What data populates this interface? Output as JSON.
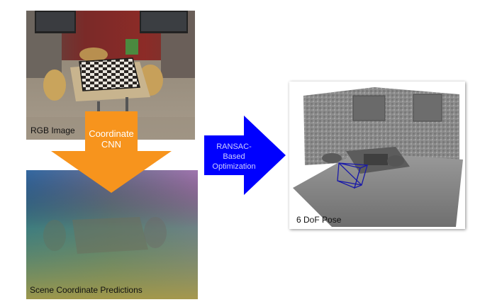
{
  "panels": {
    "rgb": {
      "caption": "RGB Image"
    },
    "scene": {
      "caption": "Scene Coordinate Predictions"
    },
    "pose": {
      "caption": "6 DoF Pose"
    }
  },
  "arrows": {
    "cnn": {
      "line1": "Coordinate",
      "line2": "CNN",
      "color": "#f7941d"
    },
    "ransac": {
      "line1": "RANSAC-",
      "line2": "Based",
      "line3": "Optimization",
      "color": "#0000ff"
    }
  }
}
